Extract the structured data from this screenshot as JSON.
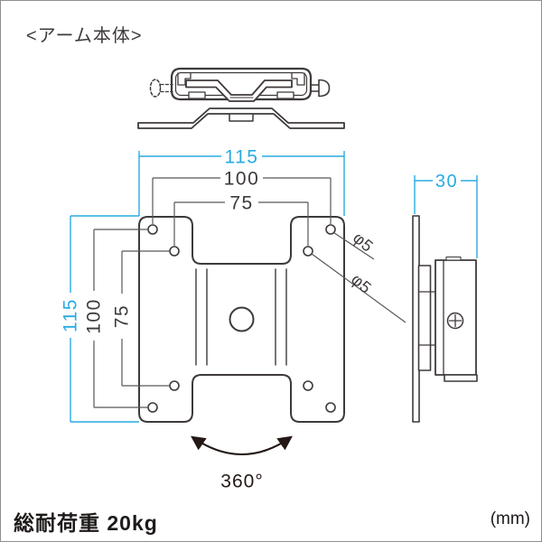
{
  "title": "<アーム本体>",
  "footer": {
    "load_capacity": "総耐荷重 20kg",
    "unit": "(mm)"
  },
  "dimensions": {
    "front_width_overall": "115",
    "front_width_outer_holes": "100",
    "front_width_inner_holes": "75",
    "front_height_overall": "115",
    "front_height_outer_holes": "100",
    "front_height_inner_holes": "75",
    "hole_diameter_outer": "φ5",
    "hole_diameter_inner": "φ5",
    "side_depth": "30",
    "rotation_angle": "360°"
  },
  "colors": {
    "accent_cyan": "#29ABE2",
    "line_dark": "#3E3A39",
    "dim_gray": "#595757",
    "text_black": "#1E1A19"
  }
}
